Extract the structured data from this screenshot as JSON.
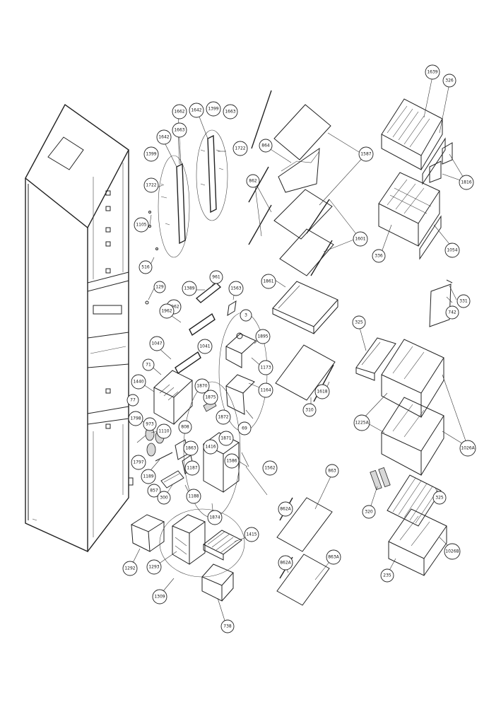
{
  "callouts": [
    {
      "id": "c1639",
      "text": "1639"
    },
    {
      "id": "c326",
      "text": "326"
    },
    {
      "id": "c1816",
      "text": "1816"
    },
    {
      "id": "c336",
      "text": "336"
    },
    {
      "id": "c1054",
      "text": "1054"
    },
    {
      "id": "c1587",
      "text": "1587"
    },
    {
      "id": "c1601",
      "text": "1601"
    },
    {
      "id": "c864",
      "text": "864"
    },
    {
      "id": "c862",
      "text": "862"
    },
    {
      "id": "c1861",
      "text": "1861"
    },
    {
      "id": "c1662",
      "text": "1662"
    },
    {
      "id": "c1642a",
      "text": "1642"
    },
    {
      "id": "c1399a",
      "text": "1399"
    },
    {
      "id": "c1663a",
      "text": "1663"
    },
    {
      "id": "c1642b",
      "text": "1642"
    },
    {
      "id": "c1663b",
      "text": "1663"
    },
    {
      "id": "c1399b",
      "text": "1399"
    },
    {
      "id": "c1722a",
      "text": "1722"
    },
    {
      "id": "c1722b",
      "text": "1722"
    },
    {
      "id": "c1105",
      "text": "1105"
    },
    {
      "id": "c516",
      "text": "516"
    },
    {
      "id": "c129",
      "text": "129"
    },
    {
      "id": "c1389",
      "text": "1389"
    },
    {
      "id": "c961",
      "text": "961"
    },
    {
      "id": "c1563",
      "text": "1563"
    },
    {
      "id": "c1962a",
      "text": "1962"
    },
    {
      "id": "c1962b",
      "text": "1962"
    },
    {
      "id": "c1041",
      "text": "1041"
    },
    {
      "id": "c1047",
      "text": "1047"
    },
    {
      "id": "c3",
      "text": "3"
    },
    {
      "id": "c1895",
      "text": "1895"
    },
    {
      "id": "c1173",
      "text": "1173"
    },
    {
      "id": "c1164",
      "text": "1164"
    },
    {
      "id": "c69",
      "text": "69"
    },
    {
      "id": "c1562",
      "text": "1562"
    },
    {
      "id": "c331",
      "text": "331"
    },
    {
      "id": "c742",
      "text": "742"
    },
    {
      "id": "c325a",
      "text": "325"
    },
    {
      "id": "c1225A",
      "text": "1225A"
    },
    {
      "id": "c1026A",
      "text": "1026A"
    },
    {
      "id": "c310",
      "text": "310"
    },
    {
      "id": "c1618",
      "text": "1618"
    },
    {
      "id": "c71",
      "text": "71"
    },
    {
      "id": "c1440",
      "text": "1440"
    },
    {
      "id": "c77",
      "text": "77"
    },
    {
      "id": "c1798",
      "text": "1798"
    },
    {
      "id": "c973",
      "text": "973"
    },
    {
      "id": "c1110",
      "text": "1110"
    },
    {
      "id": "c808",
      "text": "808"
    },
    {
      "id": "c1870",
      "text": "1870"
    },
    {
      "id": "c1875",
      "text": "1875"
    },
    {
      "id": "c1872",
      "text": "1872"
    },
    {
      "id": "c1871",
      "text": "1871"
    },
    {
      "id": "c1416",
      "text": "1416"
    },
    {
      "id": "c1586",
      "text": "1586"
    },
    {
      "id": "c1863",
      "text": "1863"
    },
    {
      "id": "c1797",
      "text": "1797"
    },
    {
      "id": "c1187",
      "text": "1187"
    },
    {
      "id": "c1189",
      "text": "1189"
    },
    {
      "id": "c857",
      "text": "857"
    },
    {
      "id": "c300",
      "text": "300"
    },
    {
      "id": "c1188",
      "text": "1188"
    },
    {
      "id": "c1874",
      "text": "1874"
    },
    {
      "id": "c863",
      "text": "863"
    },
    {
      "id": "c862A1",
      "text": "862A"
    },
    {
      "id": "c862A2",
      "text": "862A"
    },
    {
      "id": "c863A",
      "text": "863A"
    },
    {
      "id": "c1415",
      "text": "1415"
    },
    {
      "id": "c1292",
      "text": "1292"
    },
    {
      "id": "c1293",
      "text": "1293"
    },
    {
      "id": "c1309",
      "text": "1309"
    },
    {
      "id": "c738",
      "text": "738"
    },
    {
      "id": "c320",
      "text": "320"
    },
    {
      "id": "c325b",
      "text": "325"
    },
    {
      "id": "c235",
      "text": "235"
    },
    {
      "id": "c1026B",
      "text": "1026B"
    }
  ]
}
